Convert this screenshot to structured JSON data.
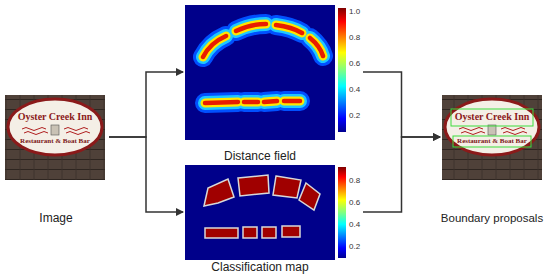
{
  "diagram": {
    "nodes": [
      {
        "text": [
          "Image"
        ]
      },
      {
        "text": [
          "Distance field"
        ]
      },
      {
        "text": [
          "Classification map"
        ]
      },
      {
        "text": [
          "Boundary proposals"
        ]
      }
    ],
    "edges": [
      {
        "from": 0,
        "to": 1,
        "arrow": "to"
      },
      {
        "from": 0,
        "to": 2,
        "arrow": "to"
      },
      {
        "from": 1,
        "to": 3,
        "arrow": "to"
      },
      {
        "from": 2,
        "to": 3,
        "arrow": "to"
      }
    ],
    "labels": [
      "Oyster Creek Inn",
      "Restaurant & Boat Bar",
      "1.0",
      "0.8",
      "0.6",
      "0.4",
      "0.2",
      "0.8",
      "0.6",
      "0.4",
      "0.2",
      "Oyster Creek Inn",
      "Restaurant & Boat Bar"
    ]
  }
}
